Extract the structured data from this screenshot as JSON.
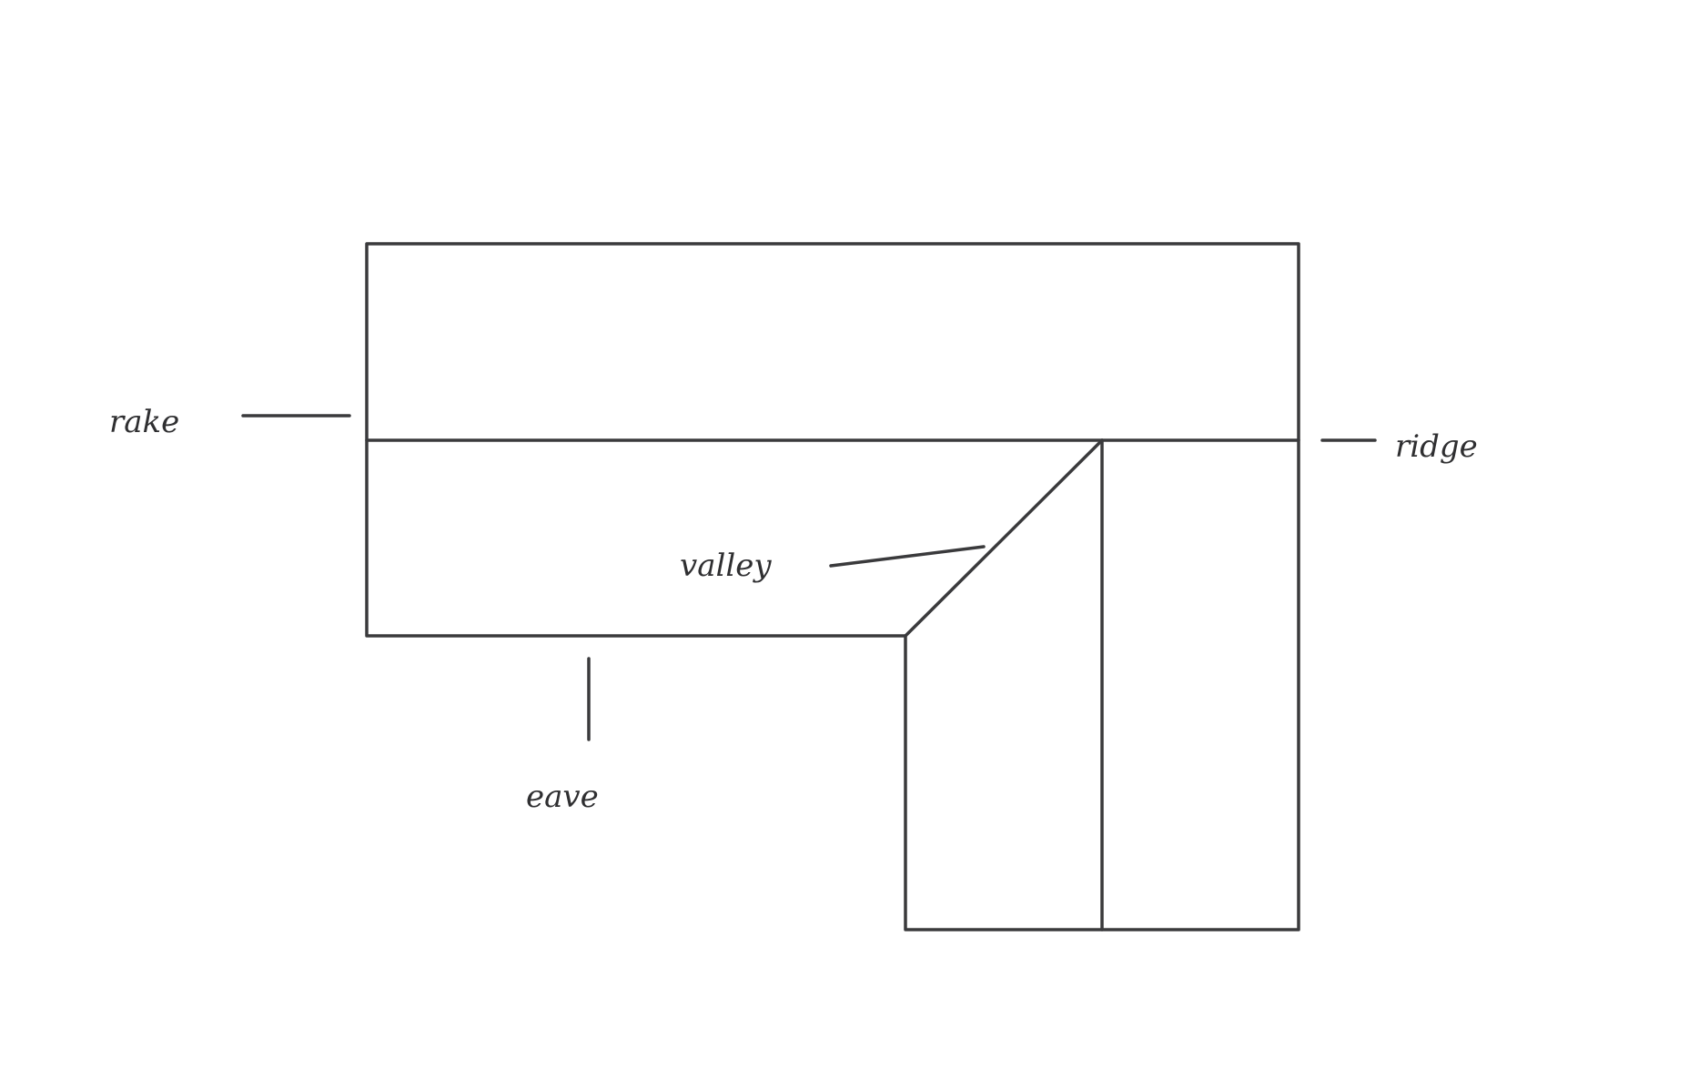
{
  "diagram": {
    "labels": {
      "rake": "rake",
      "ridge": "ridge",
      "valley": "valley",
      "eave": "eave"
    },
    "colors": {
      "line": "#3a3a3c",
      "text": "#2f2f31",
      "background": "#ffffff"
    }
  }
}
